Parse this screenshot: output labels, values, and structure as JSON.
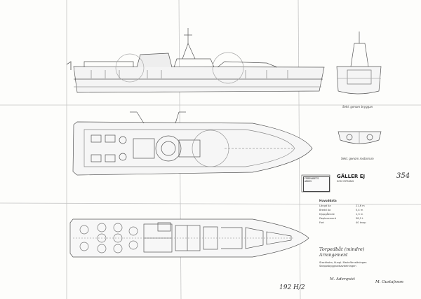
{
  "stamp": {
    "title": "GÄLLER EJ",
    "subtitle": "SOM RITNING",
    "lines": [
      "FÖRSVARETS",
      "ARKIV"
    ]
  },
  "handwritten": {
    "sheet_number": "354",
    "drawing_number": "192 H/2",
    "signature_1": "M. Aderqvist",
    "signature_2": "M. Gustafsson"
  },
  "legend_title": "Huvuddata",
  "specs": [
    {
      "label": "Längd öa",
      "value": "21,6 m"
    },
    {
      "label": "Bredd öa",
      "value": "5,4 m"
    },
    {
      "label": "Djupgående",
      "value": "1,3 m"
    },
    {
      "label": "Deplacement",
      "value": "38,5 t"
    },
    {
      "label": "Fart",
      "value": "40 knop"
    }
  ],
  "captions": {
    "section_front": "Sekt. genom bryggan",
    "section_rear": "Sekt. genom motorrum"
  },
  "title_block": {
    "title": "Torpedbåt (mindre)",
    "subtitle": "Arrangement",
    "line1": "Stockholm, Kungl. Marinförvaltningen",
    "line2": "Skeppsbyggnadsavdelningen"
  },
  "colors": {
    "ink": "#555555",
    "paper": "#fdfdfb",
    "faint": "#b5b5b5"
  }
}
